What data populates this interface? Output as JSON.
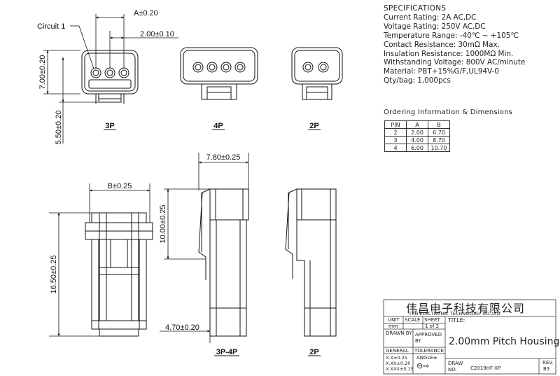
{
  "specs": {
    "title": "SPECIFICATIONS",
    "lines": [
      "Current Rating: 2A AC,DC",
      "Voltage Rating: 250V AC,DC",
      "Temperature Range: -40℃ ~ +105℃",
      "Contact Resistance: 30mΩ Max.",
      "Insulation Resistance: 1000MΩ Min.",
      "Withstanding Voltage: 800V AC/minute",
      "Material: PBT+15%G/F,UL94V-0",
      "Qty/bag: 1,000pcs"
    ]
  },
  "ordering": {
    "title": "Ordering Information & Dimensions",
    "headers": [
      "PIN",
      "A",
      "B"
    ],
    "rows": [
      [
        "2",
        "2.00",
        "6.70"
      ],
      [
        "3",
        "4.00",
        "8.70"
      ],
      [
        "4",
        "6.00",
        "10.70"
      ]
    ]
  },
  "dims": {
    "a": "A±0.20",
    "pitch": "2.00±0.10",
    "circuit": "Circuit 1",
    "h7": "7.00±0.20",
    "h55": "5.50±0.20",
    "b": "B±0.25",
    "w78": "7.80±0.25",
    "h10": "10.00±0.25",
    "h165": "16.50±0.25",
    "h47": "4.70±0.20"
  },
  "views": {
    "p3": "3P",
    "p4": "4P",
    "p2": "2P",
    "p34": "3P-4P",
    "p2b": "2P"
  },
  "titleblock": {
    "company_cn": "伟昌电子科技有限公司",
    "company_en": "TRN ELECTRONIC TECHNOLOGY CO.,LTD",
    "unit": "UNIT",
    "scale": "SCALE",
    "sheet": "SHEET",
    "title_label": "TITLE:",
    "unit_val": "mm",
    "sheet_val": "1 of 2",
    "drawn_by": "DRAWN BY",
    "approved_by": "APPROVED BY",
    "title": "2.00mm Pitch Housing",
    "general": "GENERAL",
    "tolerance": "TOLERANCE",
    "tol1": "X.X±0.25",
    "tol2": "X.XX±0.20",
    "tol3": "X.XXX±0.15",
    "angle": "ANGLE±",
    "draw_no_label": "DRAW NO.",
    "draw_no": "C2019HF-XP",
    "rev_label": "REV.",
    "rev": "B3"
  }
}
